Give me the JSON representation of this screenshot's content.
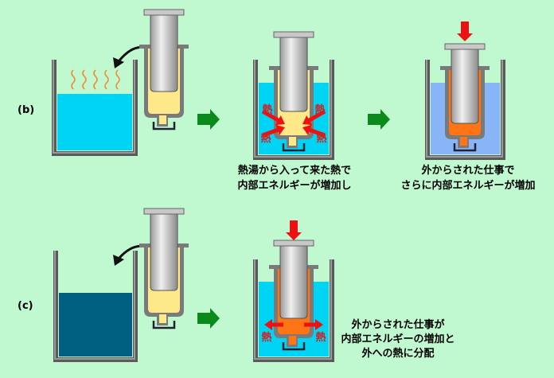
{
  "labels": {
    "b": "(b)",
    "c": "(c)"
  },
  "heat_char": "熱",
  "captions": {
    "b_step2": [
      "熱湯から入って来た熱で",
      "内部エネルギーが増加し"
    ],
    "b_step3": [
      "外からされた仕事で",
      "さらに内部エネルギーが増加"
    ],
    "c_step2": [
      "外からされた仕事が",
      "内部エネルギーの増加と",
      "外への熱に分配"
    ]
  },
  "colors": {
    "background": "#c0f8cf",
    "hot_water": "#00d4f4",
    "warm_water": "#88b4f8",
    "cold_water": "#006080",
    "gas_cool": "#fde98a",
    "gas_hot": "#ff7414",
    "arrow_green": "#0a8a1a",
    "arrow_red": "#ee1111"
  }
}
